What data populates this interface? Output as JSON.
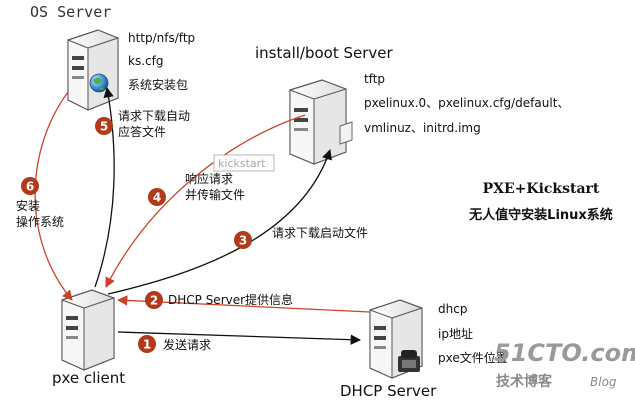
{
  "servers": {
    "os": {
      "title": "OS Server",
      "lines": [
        "http/nfs/ftp",
        "ks.cfg",
        "系统安装包"
      ]
    },
    "install": {
      "title": "install/boot Server",
      "lines": [
        "tftp",
        "pxelinux.0、pxelinux.cfg/default、",
        "vmlinuz、initrd.img"
      ],
      "tooltip": "kickstart"
    },
    "dhcp": {
      "title": "DHCP Server",
      "lines": [
        "dhcp",
        "ip地址",
        "pxe文件位置"
      ]
    },
    "client": {
      "title": "pxe client"
    }
  },
  "steps": [
    {
      "num": "1",
      "lines": [
        "发送请求"
      ]
    },
    {
      "num": "2",
      "lines": [
        "DHCP Server提供信息"
      ]
    },
    {
      "num": "3",
      "lines": [
        "请求下载启动文件"
      ]
    },
    {
      "num": "4",
      "lines": [
        "响应请求",
        "并传输文件"
      ]
    },
    {
      "num": "5",
      "lines": [
        "请求下载自动",
        "应答文件"
      ]
    },
    {
      "num": "6",
      "lines": [
        "安装",
        "操作系统"
      ]
    }
  ],
  "heading": {
    "line1": "PXE+Kickstart",
    "line2": "无人值守安装Linux系统"
  },
  "watermark": {
    "brand": "51CTO.com",
    "sub": "技术博客",
    "blog": "Blog"
  },
  "colors": {
    "step_badge": "#b23a1a",
    "red_arrow": "#c8452c",
    "black_arrow": "#111111",
    "watermark_gray": "#9a9a9a",
    "server_body": "#f2f2f2",
    "server_shade": "#c9c9c9"
  }
}
